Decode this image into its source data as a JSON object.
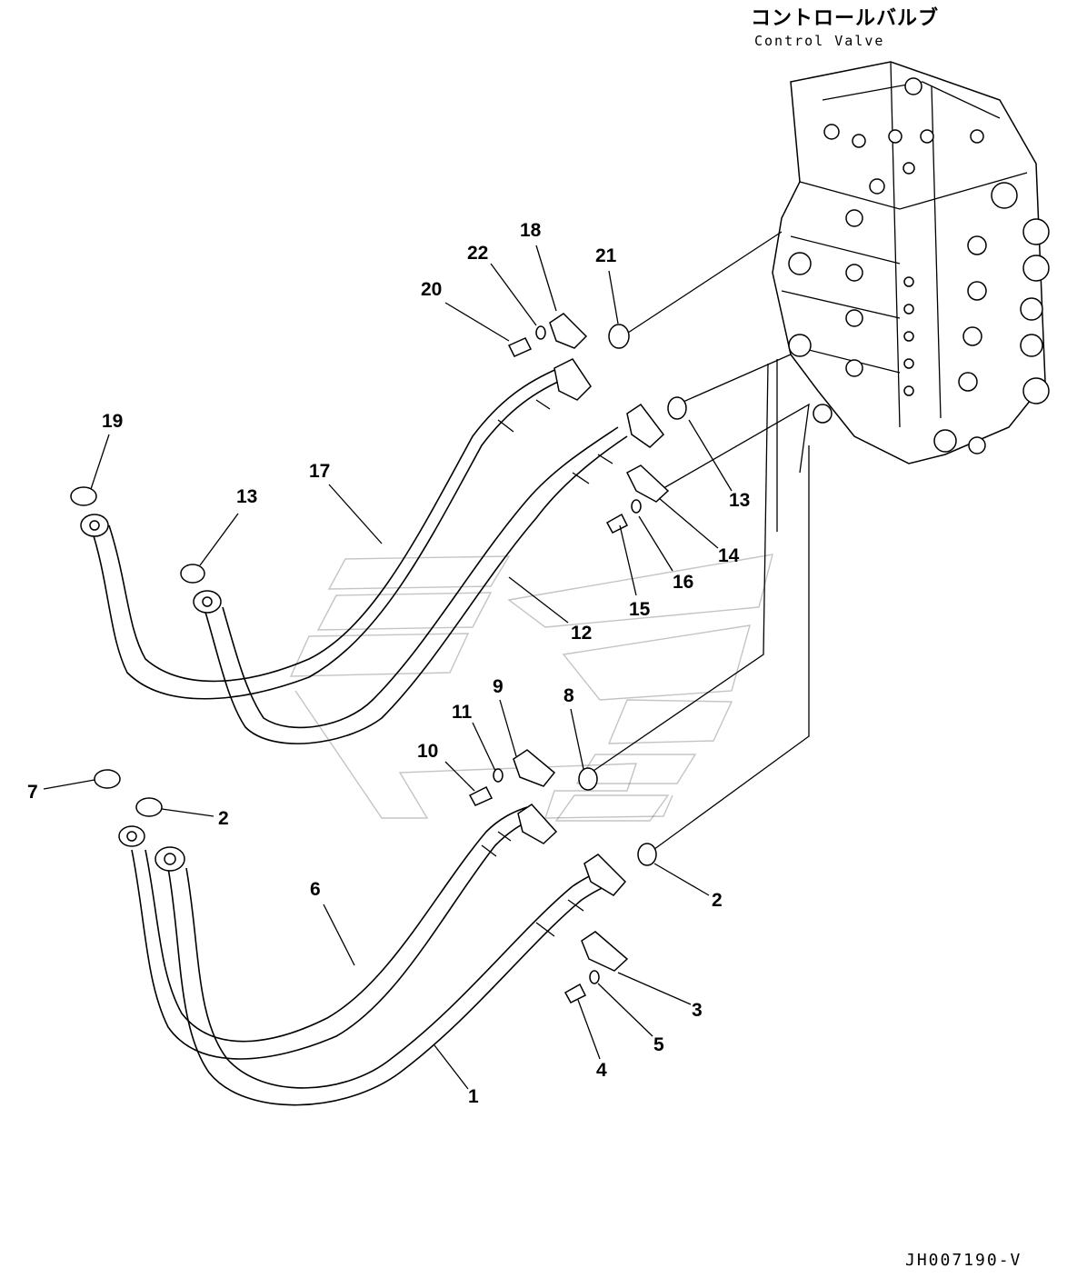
{
  "header": {
    "title_ja": "コントロールバルブ",
    "title_en": "Control Valve"
  },
  "drawing_code": "JH007190-V",
  "callouts": [
    "1",
    "2",
    "2",
    "3",
    "4",
    "5",
    "6",
    "7",
    "8",
    "9",
    "10",
    "11",
    "12",
    "13",
    "13",
    "14",
    "15",
    "16",
    "17",
    "18",
    "19",
    "20",
    "21",
    "22"
  ]
}
